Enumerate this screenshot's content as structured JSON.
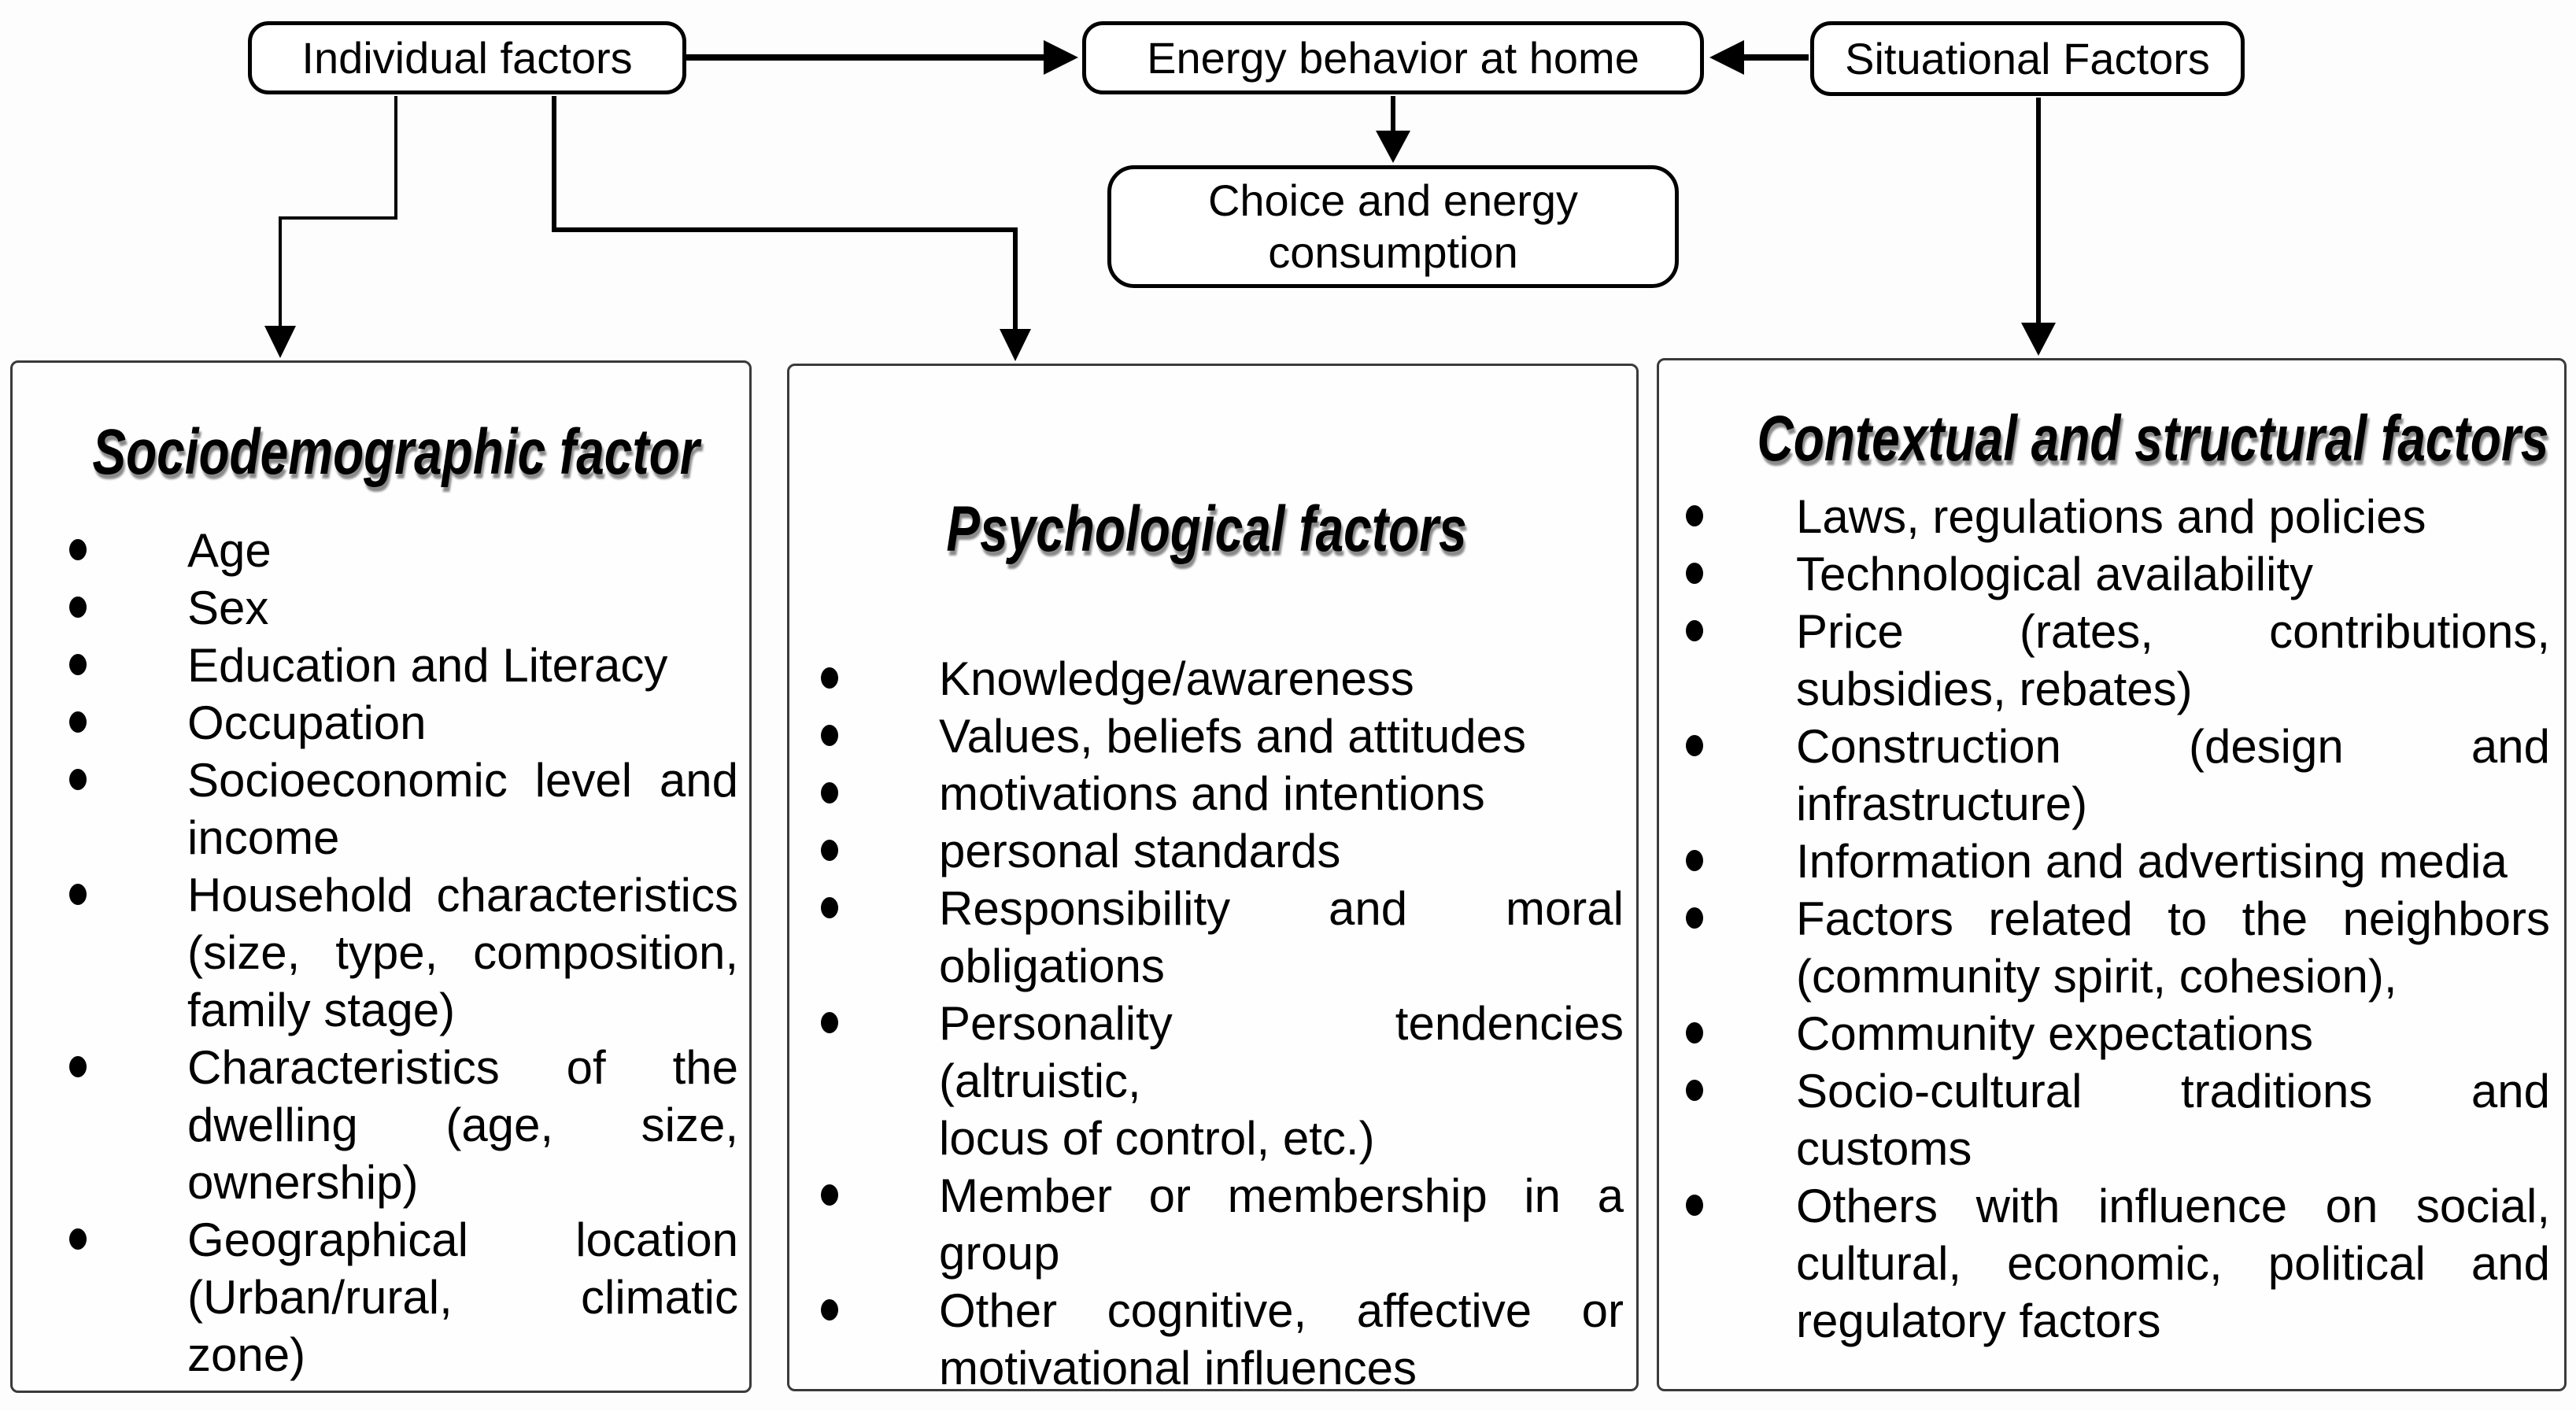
{
  "nodes": {
    "individual": "Individual factors",
    "energy": "Energy behavior at home",
    "situational": "Situational Factors",
    "choice": "Choice and energy consumption"
  },
  "columns": [
    {
      "title": "Sociodemographic factor",
      "items": [
        [
          "Age"
        ],
        [
          "Sex"
        ],
        [
          "Education and Literacy"
        ],
        [
          "Occupation"
        ],
        [
          "Socioeconomic level and",
          "income"
        ],
        [
          "Household characteristics",
          "(size, type, composition,",
          "family stage)"
        ],
        [
          "Characteristics of the",
          "dwelling (age, size,",
          "ownership)"
        ],
        [
          "Geographical location",
          "(Urban/rural, climatic zone)"
        ]
      ]
    },
    {
      "title": "Psychological factors",
      "items": [
        [
          "Knowledge/awareness"
        ],
        [
          "Values, beliefs and attitudes"
        ],
        [
          "motivations and intentions"
        ],
        [
          "personal standards"
        ],
        [
          "Responsibility and moral",
          "obligations"
        ],
        [
          "Personality tendencies (altruistic,",
          "locus of control, etc.)"
        ],
        [
          "Member or membership in a",
          "group"
        ],
        [
          "Other cognitive, affective or",
          "motivational influences"
        ]
      ]
    },
    {
      "title": "Contextual and structural factors",
      "items": [
        [
          "Laws, regulations and policies"
        ],
        [
          "Technological availability"
        ],
        [
          "Price (rates, contributions,",
          "subsidies, rebates)"
        ],
        [
          "Construction (design and",
          "infrastructure)"
        ],
        [
          "Information and advertising media"
        ],
        [
          "Factors related to the neighbors",
          "(community spirit, cohesion),"
        ],
        [
          "Community expectations"
        ],
        [
          "Socio-cultural traditions and",
          "customs"
        ],
        [
          "Others with influence on social,",
          "cultural, economic, political and",
          "regulatory factors"
        ]
      ]
    }
  ],
  "colors": {
    "text": "#000000",
    "node_border": "#000000",
    "panel_border": "#3a3a3a",
    "title_shadow": "#8a8a8a",
    "background": "#fdfdfd"
  }
}
